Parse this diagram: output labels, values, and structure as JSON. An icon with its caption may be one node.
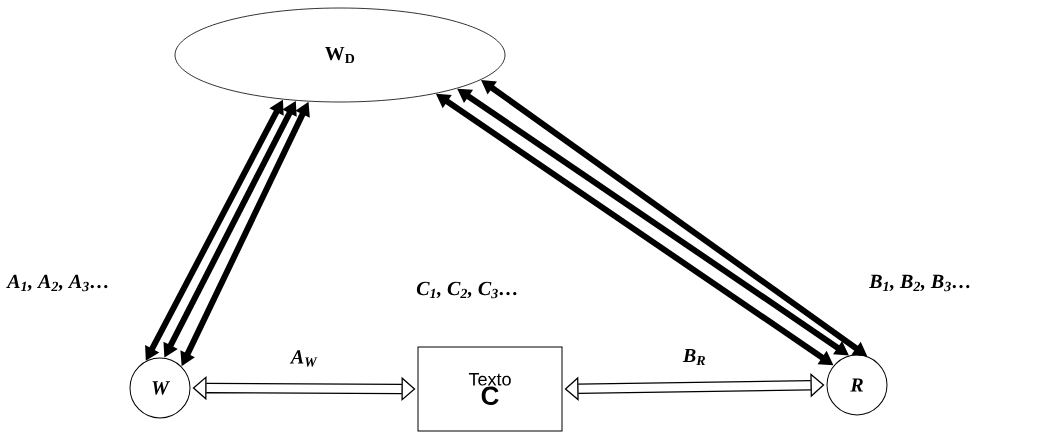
{
  "diagram": {
    "nodes": [
      {
        "text": [
          "W$_{D}$"
        ]
      },
      {
        "text": [
          "W"
        ]
      },
      {
        "text": [
          "Texto",
          "C"
        ]
      },
      {
        "text": [
          "R"
        ]
      }
    ],
    "edges": [
      {
        "from": 1,
        "to": 0,
        "arrow": "both"
      },
      {
        "from": 1,
        "to": 0,
        "arrow": "both"
      },
      {
        "from": 1,
        "to": 0,
        "arrow": "both"
      },
      {
        "from": 3,
        "to": 0,
        "arrow": "both"
      },
      {
        "from": 3,
        "to": 0,
        "arrow": "both"
      },
      {
        "from": 3,
        "to": 0,
        "arrow": "both"
      },
      {
        "from": 1,
        "to": 2,
        "arrow": "both",
        "label": "A$_{W}$"
      },
      {
        "from": 2,
        "to": 3,
        "arrow": "both",
        "label": "B$_{R}$"
      }
    ],
    "labels": [
      "A$_{1}$, A$_{2}$, A$_{3}$…",
      "C$_{1}$, C$_{2}$, C$_{3}$…",
      "B$_{1}$, B$_{2}$, B$_{3}$…"
    ]
  }
}
